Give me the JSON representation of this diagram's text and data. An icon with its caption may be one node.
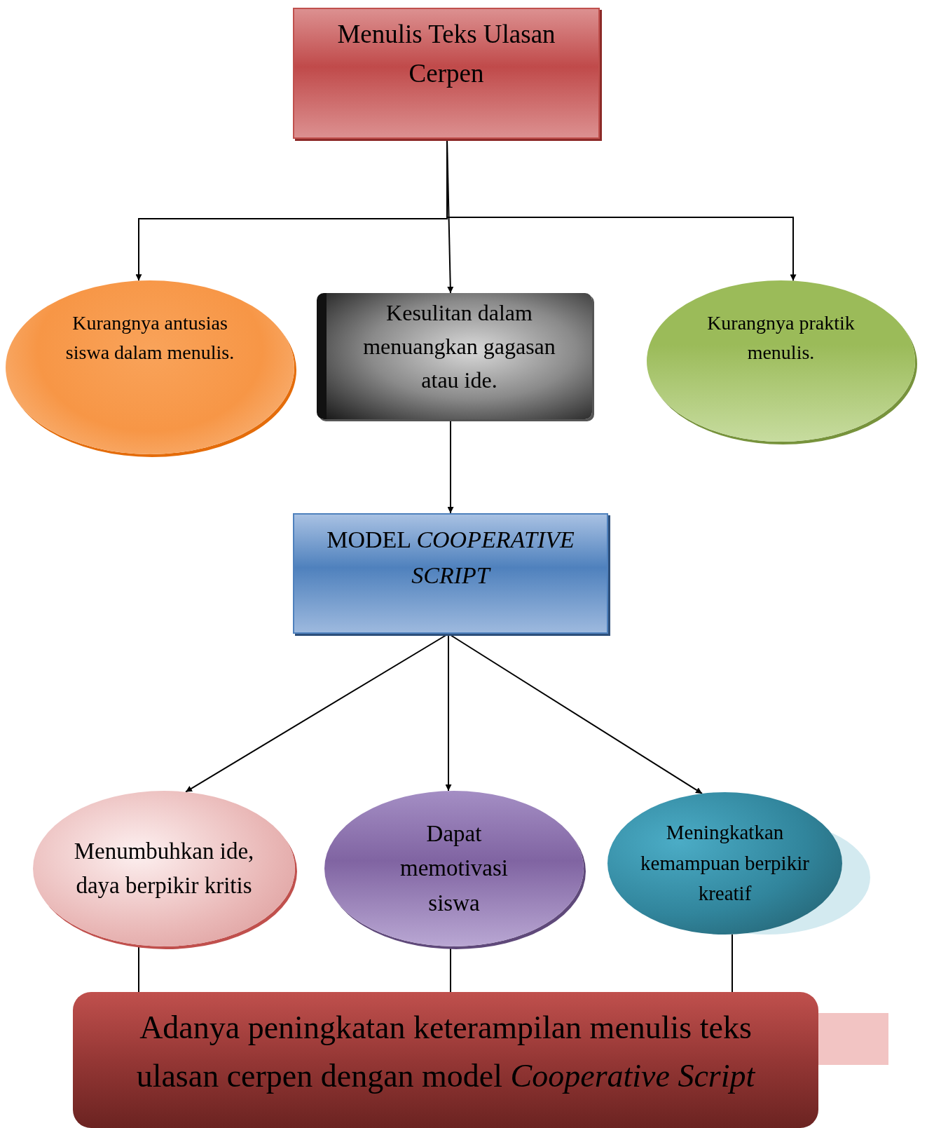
{
  "diagram": {
    "nodes": [
      {
        "text": [
          "Menulis Teks Ulasan Cerpen"
        ]
      },
      {
        "text": [
          "Kurangnya antusias siswa dalam menulis."
        ]
      },
      {
        "text": [
          "Kesulitan dalam menuangkan gagasan atau ide."
        ]
      },
      {
        "text": [
          "Kurangnya praktik menulis."
        ]
      },
      {
        "text": [
          "MODEL *COOPERATIVE SCRIPT*"
        ]
      },
      {
        "text": [
          "Menumbuhkan ide, daya berpikir kritis"
        ]
      },
      {
        "text": [
          "Dapat memotivasi siswa"
        ]
      },
      {
        "text": [
          "Meningkatkan kemampuan berpikir kreatif"
        ]
      },
      {
        "text": [
          "Adanya peningkatan keterampilan menulis teks ulasan cerpen dengan model *Cooperative Script*"
        ]
      }
    ],
    "edges": [
      {
        "from": 0,
        "to": 1,
        "arrow": "to"
      },
      {
        "from": 0,
        "to": 2,
        "arrow": "to"
      },
      {
        "from": 0,
        "to": 3,
        "arrow": "to"
      },
      {
        "from": 2,
        "to": 4,
        "arrow": "to"
      },
      {
        "from": 4,
        "to": 5,
        "arrow": "to"
      },
      {
        "from": 4,
        "to": 6,
        "arrow": "to"
      },
      {
        "from": 4,
        "to": 7,
        "arrow": "to"
      },
      {
        "from": 5,
        "to": 8,
        "arrow": "none"
      },
      {
        "from": 6,
        "to": 8,
        "arrow": "none"
      },
      {
        "from": 7,
        "to": 8,
        "arrow": "none"
      }
    ]
  }
}
